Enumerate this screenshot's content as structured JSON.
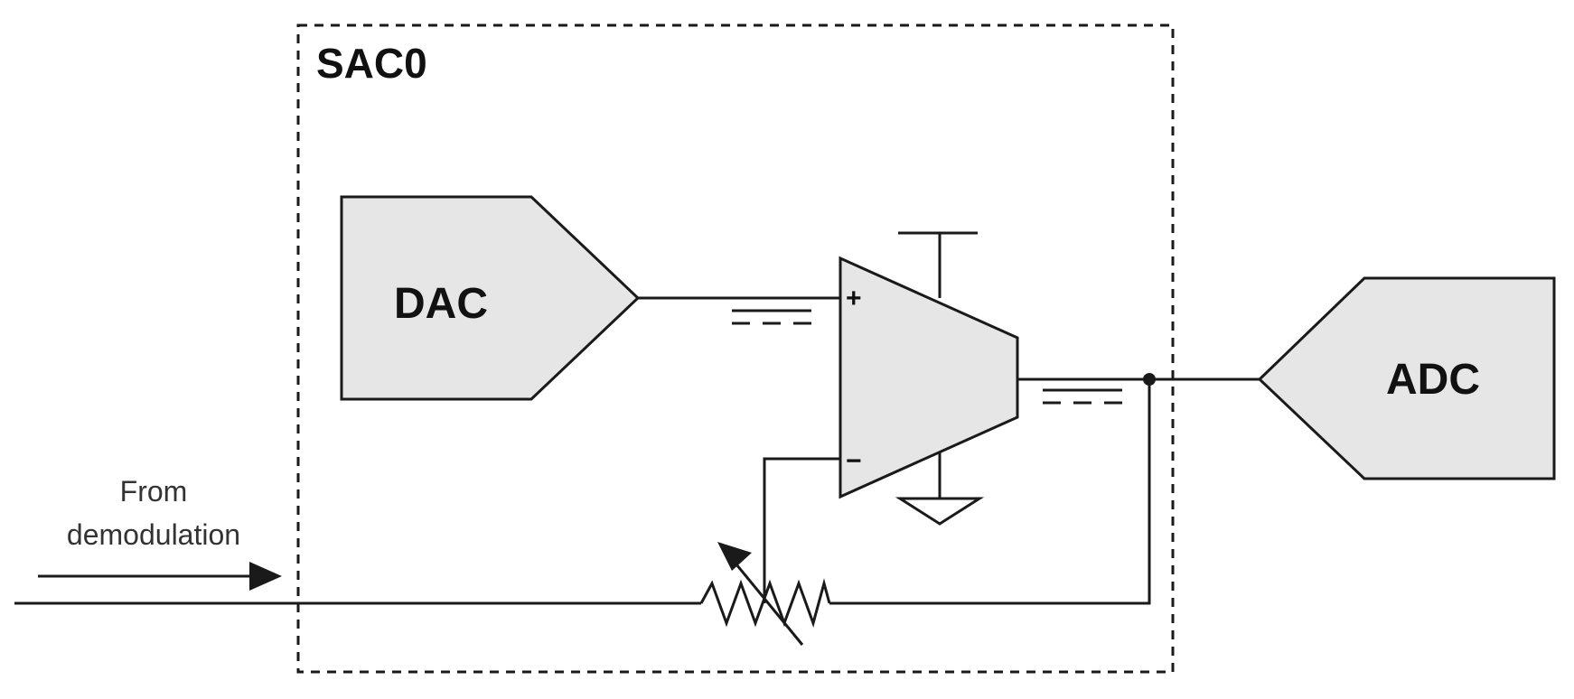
{
  "diagram": {
    "subsystem_label": "SAC0",
    "dac_label": "DAC",
    "adc_label": "ADC",
    "plus_sign": "+",
    "minus_sign": "−",
    "input_label_line1": "From",
    "input_label_line2": "demodulation"
  },
  "colors": {
    "block_fill": "#e6e6e6",
    "line": "#1a1a1a"
  }
}
